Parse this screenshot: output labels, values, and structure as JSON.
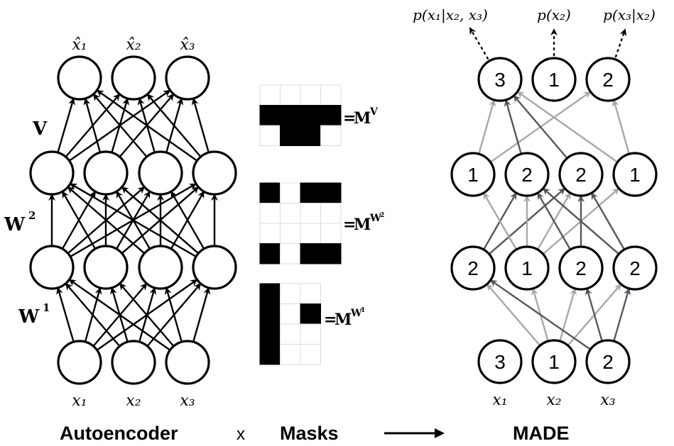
{
  "autoencoder": {
    "output_labels": [
      "x̂₁",
      "x̂₂",
      "x̂₃"
    ],
    "input_labels": [
      "x₁",
      "x₂",
      "x₃"
    ],
    "weight_labels": {
      "V": {
        "base": "V",
        "sup": ""
      },
      "W2": {
        "base": "W",
        "sup": "2"
      },
      "W1": {
        "base": "W",
        "sup": "1"
      }
    },
    "layers": {
      "inputs": 3,
      "hidden1": 4,
      "hidden2": 4,
      "outputs": 3
    },
    "edge_color": "#000000"
  },
  "masks": {
    "MV": {
      "label_base": "M",
      "label_sup": "V",
      "prefix": "=",
      "grid": [
        [
          0,
          0,
          0,
          0
        ],
        [
          1,
          1,
          1,
          1
        ],
        [
          0,
          1,
          1,
          0
        ]
      ]
    },
    "MW2": {
      "label_base": "M",
      "label_sup": "W",
      "label_subsup": "2",
      "prefix": "=",
      "grid": [
        [
          1,
          0,
          1,
          1
        ],
        [
          0,
          0,
          0,
          0
        ],
        [
          0,
          0,
          0,
          0
        ],
        [
          1,
          0,
          1,
          1
        ]
      ]
    },
    "MW1": {
      "label_base": "M",
      "label_sup": "W",
      "label_subsup": "1",
      "prefix": "=",
      "grid": [
        [
          1,
          0,
          0
        ],
        [
          1,
          0,
          1
        ],
        [
          1,
          0,
          0
        ],
        [
          1,
          0,
          0
        ]
      ]
    }
  },
  "made": {
    "input_degrees": [
      "3",
      "1",
      "2"
    ],
    "hidden1_degrees": [
      "2",
      "1",
      "2",
      "2"
    ],
    "hidden2_degrees": [
      "1",
      "2",
      "2",
      "1"
    ],
    "output_degrees": [
      "3",
      "1",
      "2"
    ],
    "input_labels": [
      "x₁",
      "x₂",
      "x₃"
    ],
    "output_labels": [
      "p(x₁|x₂, x₃)",
      "p(x₂)",
      "p(x₃|x₂)"
    ],
    "colors": {
      "light": "#a8a8a8",
      "dark": "#54575c"
    }
  },
  "caption": {
    "autoencoder": "Autoencoder",
    "times": "x",
    "masks": "Masks",
    "made": "MADE"
  }
}
